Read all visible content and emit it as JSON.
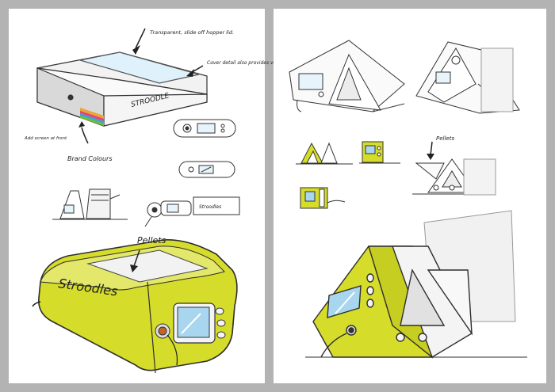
{
  "left_sheet": {
    "annotations": {
      "transparent_lid": "Transparent, slide off hopper lid.",
      "cover_detail": "Cover detail also provides ventilation",
      "add_screen": "Add screen at front",
      "brand_colours": "Brand Colours",
      "pellets": "Pellets"
    },
    "brand_text": {
      "sketch": "STROODLE",
      "main": "Stroodles",
      "small": "Stroodles"
    },
    "colors": {
      "body_yellow": "#d5dc2a",
      "brand_stripes": [
        "#e9a53a",
        "#e7417a",
        "#3aa3d9",
        "#6bbf3a",
        "#f1d531"
      ],
      "screen_blue": "#a8d6ef",
      "button_orange": "#c4642a"
    }
  },
  "right_sheet": {
    "annotations": {
      "pellets": "Pellets"
    },
    "colors": {
      "body_yellow": "#d5dc2a",
      "screen_blue": "#a8d6ef"
    }
  }
}
